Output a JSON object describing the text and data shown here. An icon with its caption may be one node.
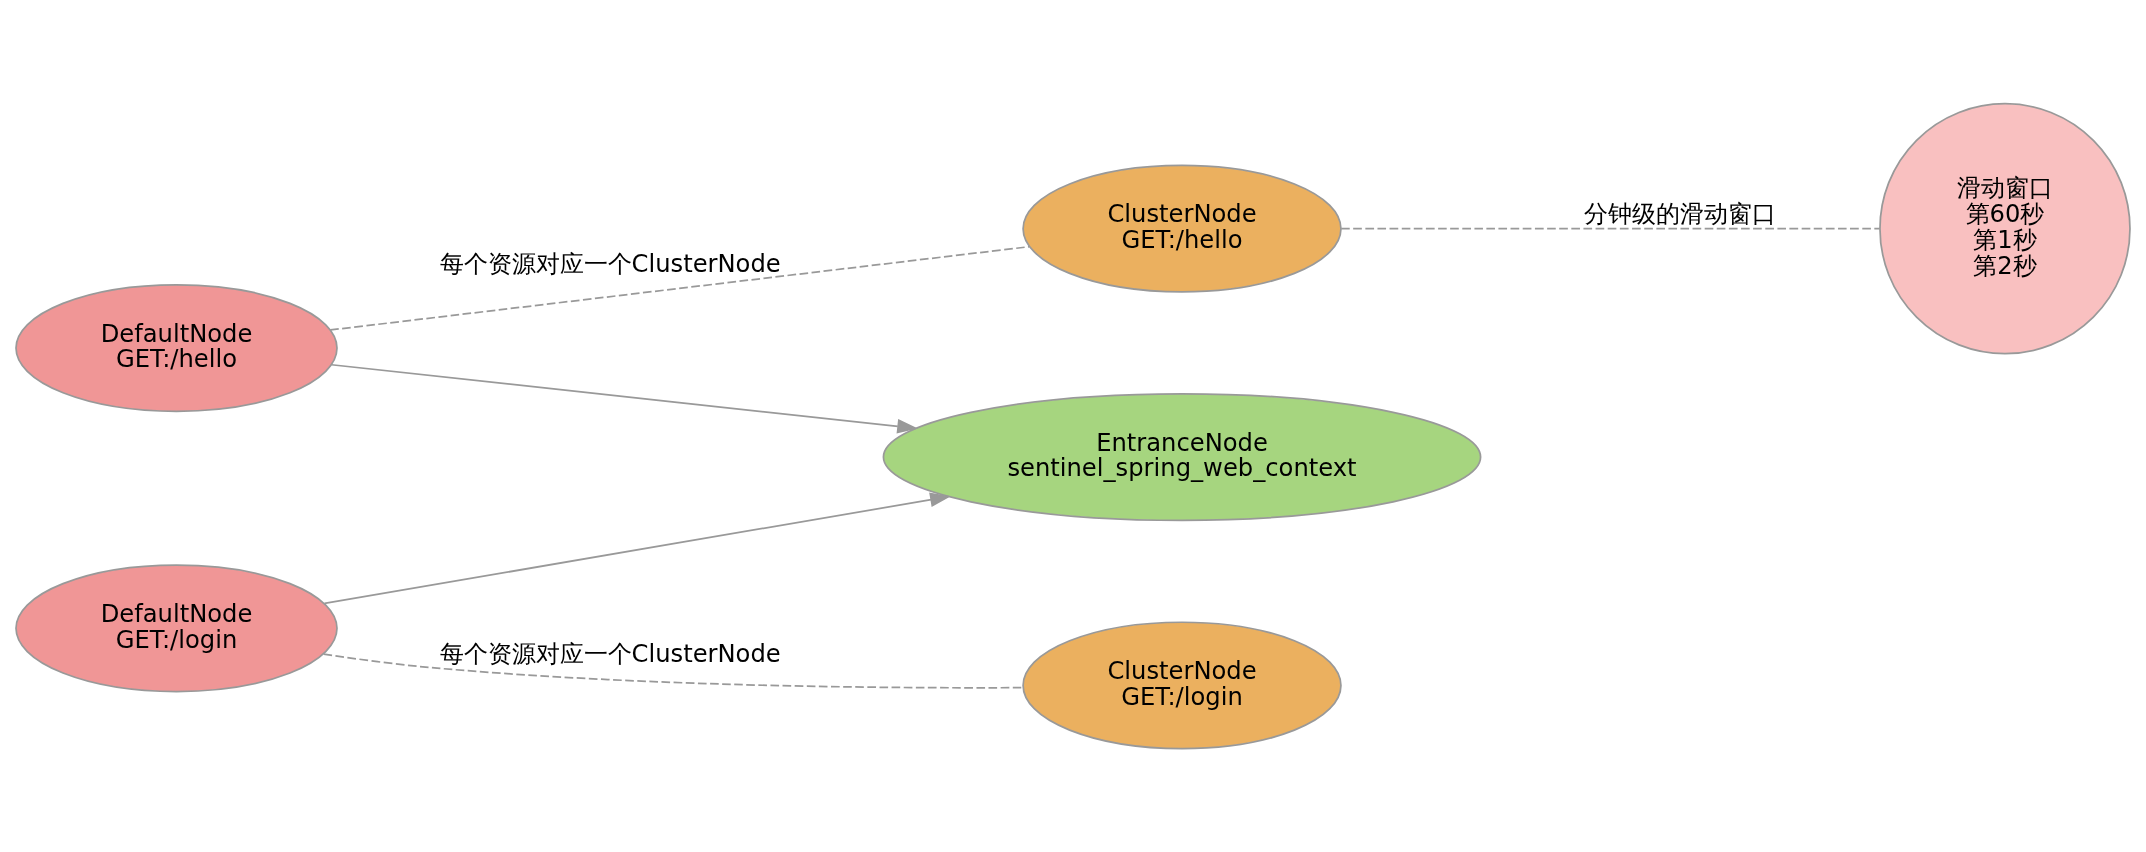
{
  "diagram": {
    "nodes": [
      {
        "text": [
          "EntranceNode",
          "sentinel_spring_web_context"
        ]
      },
      {
        "text": [
          "DefaultNode",
          "GET:/hello"
        ]
      },
      {
        "text": [
          "DefaultNode",
          "GET:/login"
        ]
      },
      {
        "text": [
          "ClusterNode",
          "GET:/hello"
        ]
      },
      {
        "text": [
          "ClusterNode",
          "GET:/login"
        ]
      },
      {
        "text": [
          "滑动窗口",
          "第60秒",
          "第1秒",
          "第2秒"
        ]
      }
    ],
    "edges": [
      {
        "from": 1,
        "to": 0,
        "arrow": "to"
      },
      {
        "from": 2,
        "to": 0,
        "arrow": "to"
      },
      {
        "from": 1,
        "to": 3,
        "arrow": "none",
        "style": "dashed",
        "label": "每个资源对应一个ClusterNode"
      },
      {
        "from": 2,
        "to": 4,
        "arrow": "none",
        "style": "dashed",
        "label": "每个资源对应一个ClusterNode"
      },
      {
        "from": 3,
        "to": 5,
        "arrow": "none",
        "style": "dashed",
        "label": "分钟级的滑动窗口"
      }
    ]
  }
}
